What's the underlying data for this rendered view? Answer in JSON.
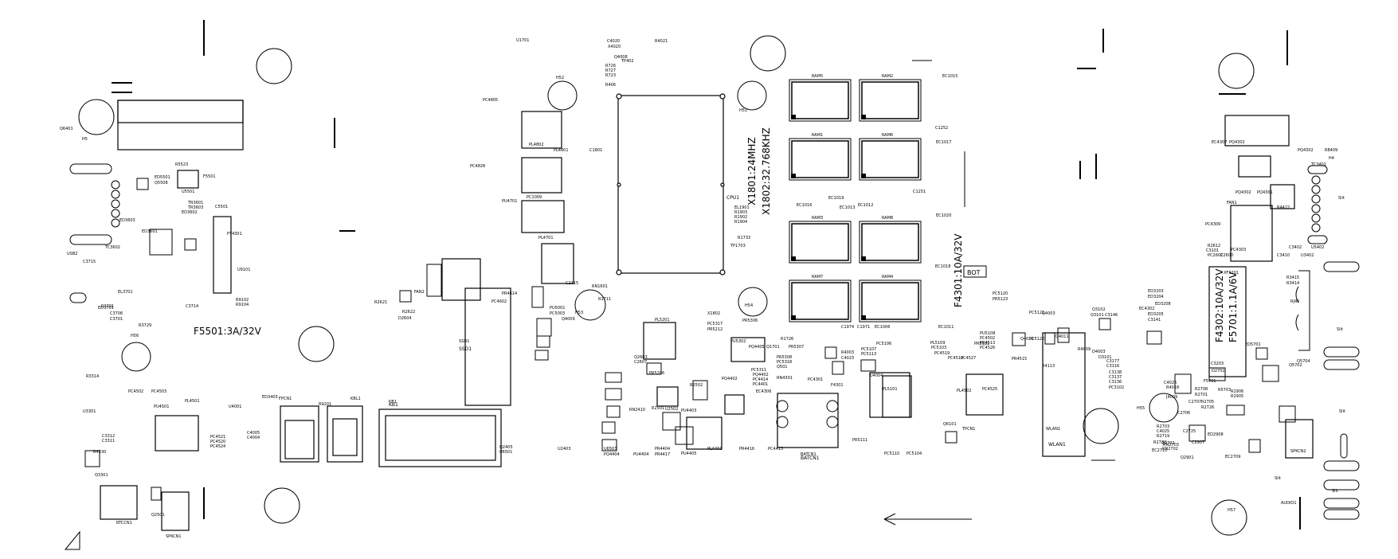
{
  "board": {
    "note_fuse1": "F5501:3A/32V",
    "note_fuse2": "F4301:10A/32V",
    "note_fuse3": "F4302:10A/32V",
    "note_fuse4": "F5701:1.1A/6V",
    "note_xtal1": "X1801:24MHZ",
    "note_xtal2": "X1802:32.768KHZ",
    "side_mark": "BOT",
    "slit": "Slit"
  },
  "connectors": {
    "ssd": "SSD1",
    "kb": "KB1",
    "fpcn": "FPCN1",
    "kbl": "KBL1",
    "batcn": "BATCN1",
    "tpcn": "TPCN1",
    "wlan": "WLAN1",
    "fan_left": "FAN2",
    "fan_right": "FAN1",
    "rj45": "RJ45",
    "spkcn": "SPKCN1",
    "rtccn": "RTCCN1",
    "sprcn": "SPKCN2",
    "audio": "AUDIO1",
    "usb": "USB2",
    "cpu": "CPU1"
  },
  "rams": [
    "RAM5",
    "RAM2",
    "RAM1",
    "RAM6",
    "RAM3",
    "RAM8",
    "RAM7",
    "RAM4"
  ],
  "labels": [
    [
      "U1701",
      648,
      52
    ],
    [
      "C4020",
      762,
      53
    ],
    [
      "R4021",
      822,
      53
    ],
    [
      "X4020",
      763,
      60
    ],
    [
      "TP402",
      780,
      78
    ],
    [
      "R726",
      760,
      84
    ],
    [
      "R727",
      760,
      90
    ],
    [
      "R723",
      760,
      96
    ],
    [
      "R406",
      760,
      108
    ],
    [
      "Q4008",
      771,
      73
    ],
    [
      "H52",
      698,
      99
    ],
    [
      "H51",
      928,
      140
    ],
    [
      "PC4805",
      606,
      127
    ],
    [
      "PL4802",
      664,
      183
    ],
    [
      "PL4801",
      695,
      190
    ],
    [
      "C1801",
      740,
      190
    ],
    [
      "PC4828",
      590,
      210
    ],
    [
      "PC1009",
      661,
      249
    ],
    [
      "PU4701",
      630,
      254
    ],
    [
      "PL4701",
      676,
      300
    ],
    [
      "PR4614",
      630,
      370
    ],
    [
      "PC4602",
      617,
      380
    ],
    [
      "FAN2",
      520,
      368
    ],
    [
      "R2621",
      470,
      381
    ],
    [
      "R2622",
      505,
      393
    ],
    [
      "D2604",
      500,
      401
    ],
    [
      "SSD1",
      576,
      430
    ],
    [
      "RN1601",
      743,
      361
    ],
    [
      "C2115",
      710,
      357
    ],
    [
      "H53",
      722,
      394
    ],
    [
      "PL5201",
      822,
      403
    ],
    [
      "R1711",
      751,
      377
    ],
    [
      "PU5001",
      690,
      388
    ],
    [
      "PC5003",
      690,
      395
    ],
    [
      "Q4009",
      705,
      402
    ],
    [
      "Q2603",
      796,
      450
    ],
    [
      "C2607",
      796,
      456
    ],
    [
      "PR5206",
      815,
      470
    ],
    [
      "R2502",
      866,
      485
    ],
    [
      "PQ4402",
      906,
      477
    ],
    [
      "PC5311",
      943,
      466
    ],
    [
      "PQ4402",
      945,
      472
    ],
    [
      "PC4414",
      945,
      478
    ],
    [
      "PC4401",
      945,
      484
    ],
    [
      "EC4306",
      949,
      493
    ],
    [
      "PL4403",
      888,
      565
    ],
    [
      "PR4416",
      928,
      565
    ],
    [
      "PC4413",
      964,
      565
    ],
    [
      "BATCN1",
      1005,
      572
    ],
    [
      "PU4403",
      855,
      517
    ],
    [
      "U2502",
      835,
      515
    ],
    [
      "R2501",
      818,
      514
    ],
    [
      "RN2410",
      790,
      516
    ],
    [
      "PU4404",
      795,
      572
    ],
    [
      "PR4404",
      822,
      565
    ],
    [
      "PR4417",
      822,
      572
    ],
    [
      "PU4405",
      855,
      571
    ],
    [
      "U6503",
      758,
      565
    ],
    [
      "PQ4404",
      758,
      572
    ],
    [
      "U2403",
      700,
      565
    ],
    [
      "Q2405",
      627,
      563
    ],
    [
      "U6501",
      627,
      569
    ],
    [
      "KB1",
      488,
      506
    ],
    [
      "FPCN1",
      350,
      502
    ],
    [
      "KBL1",
      440,
      502
    ],
    [
      "R9201",
      400,
      509
    ],
    [
      "ED3403",
      329,
      500
    ],
    [
      "U4001",
      287,
      512
    ],
    [
      "C4005",
      310,
      545
    ],
    [
      "C4004",
      310,
      551
    ],
    [
      "PL4501",
      232,
      505
    ],
    [
      "PU4501",
      193,
      512
    ],
    [
      "PC4502",
      161,
      493
    ],
    [
      "PC4503",
      190,
      493
    ],
    [
      "U3301",
      104,
      518
    ],
    [
      "C3312",
      128,
      549
    ],
    [
      "C3311",
      128,
      555
    ],
    [
      "R4330",
      117,
      569
    ],
    [
      "Q3301",
      119,
      598
    ],
    [
      "R3314",
      108,
      474
    ],
    [
      "RTCCN1",
      146,
      658
    ],
    [
      "SPKCN1",
      208,
      675
    ],
    [
      "Q2501",
      190,
      648
    ],
    [
      "PC4521",
      264,
      550
    ],
    [
      "PC4520",
      264,
      556
    ],
    [
      "PC4524",
      264,
      562
    ],
    [
      "USB2",
      84,
      320
    ],
    [
      "TC3602",
      132,
      312
    ],
    [
      "ED3601",
      178,
      292
    ],
    [
      "ED3602",
      228,
      268
    ],
    [
      "ED3603",
      150,
      278
    ],
    [
      "U5501",
      228,
      242
    ],
    [
      "ED5501",
      194,
      224
    ],
    [
      "Q5508",
      194,
      231
    ],
    [
      "R5523",
      220,
      208
    ],
    [
      "F5501",
      255,
      223
    ],
    [
      "C5501",
      270,
      261
    ],
    [
      "TR3601",
      236,
      256
    ],
    [
      "TR3603",
      236,
      262
    ],
    [
      "PT4301",
      285,
      295
    ],
    [
      "U9101",
      298,
      340
    ],
    [
      "C3714",
      233,
      386
    ],
    [
      "EL3701",
      148,
      368
    ],
    [
      "R3701",
      127,
      386
    ],
    [
      "R3729",
      174,
      410
    ],
    [
      "H56",
      164,
      423
    ],
    [
      "R9102",
      296,
      378
    ],
    [
      "R9104",
      296,
      384
    ],
    [
      "H5",
      103,
      176
    ],
    [
      "Q6401",
      75,
      163
    ],
    [
      "C3715",
      104,
      330
    ],
    [
      "ED3701",
      123,
      388
    ],
    [
      "C3706",
      138,
      395
    ],
    [
      "C3701",
      138,
      402
    ],
    [
      "X1802",
      888,
      395
    ],
    [
      "PC5317",
      888,
      408
    ],
    [
      "PR5212",
      888,
      415
    ],
    [
      "H54",
      935,
      385
    ],
    [
      "PR5306",
      932,
      404
    ],
    [
      "R1733",
      926,
      300
    ],
    [
      "TP1703",
      917,
      310
    ],
    [
      "EL1901",
      922,
      262
    ],
    [
      "R1903",
      922,
      268
    ],
    [
      "R1902",
      922,
      274
    ],
    [
      "R1904",
      922,
      280
    ],
    [
      "PU5302",
      917,
      430
    ],
    [
      "Q1701",
      962,
      437
    ],
    [
      "R1726",
      980,
      427
    ],
    [
      "PR5307",
      990,
      437
    ],
    [
      "PR5308",
      975,
      450
    ],
    [
      "PC5318",
      975,
      456
    ],
    [
      "Q501",
      975,
      462
    ],
    [
      "RN4301",
      975,
      476
    ],
    [
      "PC4301",
      1014,
      478
    ],
    [
      "PQ4405",
      940,
      437
    ],
    [
      "R4003",
      1056,
      444
    ],
    [
      "C4023",
      1056,
      451
    ],
    [
      "PC5107",
      1081,
      440
    ],
    [
      "PC5113",
      1081,
      446
    ],
    [
      "PC5106",
      1100,
      433
    ],
    [
      "PL5101",
      1108,
      490
    ],
    [
      "PC5110",
      1110,
      571
    ],
    [
      "PC5104",
      1138,
      571
    ],
    [
      "PR5111",
      1070,
      554
    ],
    [
      "F4301",
      1043,
      485
    ],
    [
      "U4004",
      1092,
      473
    ],
    [
      "C1974",
      1056,
      412
    ],
    [
      "C1971",
      1076,
      412
    ],
    [
      "EC1006",
      1098,
      412
    ],
    [
      "EC1011",
      1178,
      412
    ],
    [
      "PL5109",
      1168,
      432
    ],
    [
      "PC5103",
      1169,
      438
    ],
    [
      "PC4519",
      1173,
      445
    ],
    [
      "PC4513",
      1190,
      451
    ],
    [
      "PC4527",
      1206,
      451
    ],
    [
      "PR5121",
      1223,
      433
    ],
    [
      "PC5120",
      1246,
      370
    ],
    [
      "PR5123",
      1246,
      377
    ],
    [
      "PU5108",
      1230,
      420
    ],
    [
      "PC4502",
      1230,
      426
    ],
    [
      "PR4513",
      1230,
      432
    ],
    [
      "PC4526",
      1230,
      438
    ],
    [
      "PR4515",
      1270,
      452
    ],
    [
      "PC4525",
      1233,
      490
    ],
    [
      "PL4502",
      1201,
      492
    ],
    [
      "Q6101",
      1184,
      534
    ],
    [
      "TPCN1",
      1208,
      540
    ],
    [
      "WLAN1",
      1313,
      540
    ],
    [
      "PC5121",
      1292,
      394
    ],
    [
      "Q4003",
      1308,
      395
    ],
    [
      "Q4010",
      1281,
      427
    ],
    [
      "PC5122",
      1292,
      427
    ],
    [
      "Q4011",
      1325,
      424
    ],
    [
      "R4113",
      1308,
      461
    ],
    [
      "EC1015",
      1183,
      97
    ],
    [
      "EC1017",
      1175,
      180
    ],
    [
      "EC1020",
      1175,
      272
    ],
    [
      "EC1018",
      1174,
      336
    ],
    [
      "C1252",
      1174,
      162
    ],
    [
      "C1251",
      1146,
      242
    ],
    [
      "EC1019",
      1040,
      250
    ],
    [
      "EC1016",
      1000,
      259
    ],
    [
      "EC1013",
      1054,
      262
    ],
    [
      "EC1012",
      1077,
      259
    ],
    [
      "R4009",
      1353,
      440
    ],
    [
      "Q3102",
      1371,
      390
    ],
    [
      "Q3101",
      1369,
      397
    ],
    [
      "C3146",
      1387,
      397
    ],
    [
      "D4003",
      1371,
      443
    ],
    [
      "D3101",
      1379,
      450
    ],
    [
      "C3177",
      1389,
      455
    ],
    [
      "C3116",
      1389,
      461
    ],
    [
      "C3138",
      1392,
      469
    ],
    [
      "C3137",
      1392,
      475
    ],
    [
      "C3136",
      1392,
      481
    ],
    [
      "PC3102",
      1392,
      488
    ],
    [
      "ED3203",
      1441,
      367
    ],
    [
      "ED3204",
      1441,
      374
    ],
    [
      "EC4302",
      1430,
      389
    ],
    [
      "ED3208",
      1450,
      383
    ],
    [
      "ED3205",
      1441,
      396
    ],
    [
      "C3141",
      1441,
      403
    ],
    [
      "C4026",
      1461,
      482
    ],
    [
      "R4018",
      1464,
      488
    ],
    [
      "J4009",
      1464,
      500
    ],
    [
      "H55",
      1427,
      514
    ],
    [
      "C2706",
      1478,
      520
    ],
    [
      "C2707",
      1492,
      506
    ],
    [
      "R2703",
      1452,
      537
    ],
    [
      "C4025",
      1452,
      543
    ],
    [
      "R2719",
      1452,
      549
    ],
    [
      "Q2702",
      1458,
      558
    ],
    [
      "RN2702",
      1459,
      565
    ],
    [
      "R2730",
      1448,
      557
    ],
    [
      "EC2710",
      1446,
      567
    ],
    [
      "C2725",
      1485,
      543
    ],
    [
      "RN2703",
      1460,
      560
    ],
    [
      "Q2901",
      1482,
      576
    ],
    [
      "C2907",
      1496,
      557
    ],
    [
      "ED2908",
      1516,
      547
    ],
    [
      "EC2709",
      1538,
      575
    ],
    [
      "R2708",
      1500,
      490
    ],
    [
      "R2701",
      1500,
      497
    ],
    [
      "R2705",
      1508,
      506
    ],
    [
      "R2726",
      1508,
      513
    ],
    [
      "R2906",
      1545,
      493
    ],
    [
      "R2905",
      1545,
      499
    ],
    [
      "R5703",
      1529,
      491
    ],
    [
      "F5701",
      1511,
      480
    ],
    [
      "ED5701",
      1563,
      434
    ],
    [
      "C3203",
      1520,
      458
    ],
    [
      "D2701",
      1521,
      467
    ],
    [
      "XF3201",
      1536,
      344
    ],
    [
      "PC4309",
      1513,
      283
    ],
    [
      "FAN1",
      1540,
      256
    ],
    [
      "R2612",
      1516,
      310
    ],
    [
      "C3101",
      1514,
      316
    ],
    [
      "PC2602",
      1516,
      322
    ],
    [
      "PC4303",
      1545,
      315
    ],
    [
      "C2600",
      1532,
      322
    ],
    [
      "PQ4302",
      1543,
      180
    ],
    [
      "EC4307",
      1521,
      180
    ],
    [
      "PQ4302",
      1629,
      190
    ],
    [
      "R8409",
      1663,
      190
    ],
    [
      "TC3401",
      1646,
      208
    ],
    [
      "PQ4302",
      1551,
      243
    ],
    [
      "PQ4301",
      1578,
      243
    ],
    [
      "R4422",
      1603,
      262
    ],
    [
      "C3410",
      1603,
      322
    ],
    [
      "U3402",
      1633,
      322
    ],
    [
      "C3402",
      1618,
      312
    ],
    [
      "U5402",
      1646,
      312
    ],
    [
      "R3415",
      1615,
      350
    ],
    [
      "R3414",
      1615,
      357
    ],
    [
      "Slit",
      1680,
      250
    ],
    [
      "Slit",
      1678,
      415
    ],
    [
      "Slit",
      1681,
      518
    ],
    [
      "Slit",
      1672,
      618
    ],
    [
      "RJ45",
      1620,
      380
    ],
    [
      "SPKCN2",
      1620,
      568
    ],
    [
      "AUDIO1",
      1608,
      633
    ],
    [
      "Q5702",
      1618,
      460
    ],
    [
      "Q5704",
      1628,
      455
    ],
    [
      "H4",
      1668,
      200
    ],
    [
      "Slit",
      1600,
      602
    ],
    [
      "H57",
      1541,
      642
    ]
  ]
}
